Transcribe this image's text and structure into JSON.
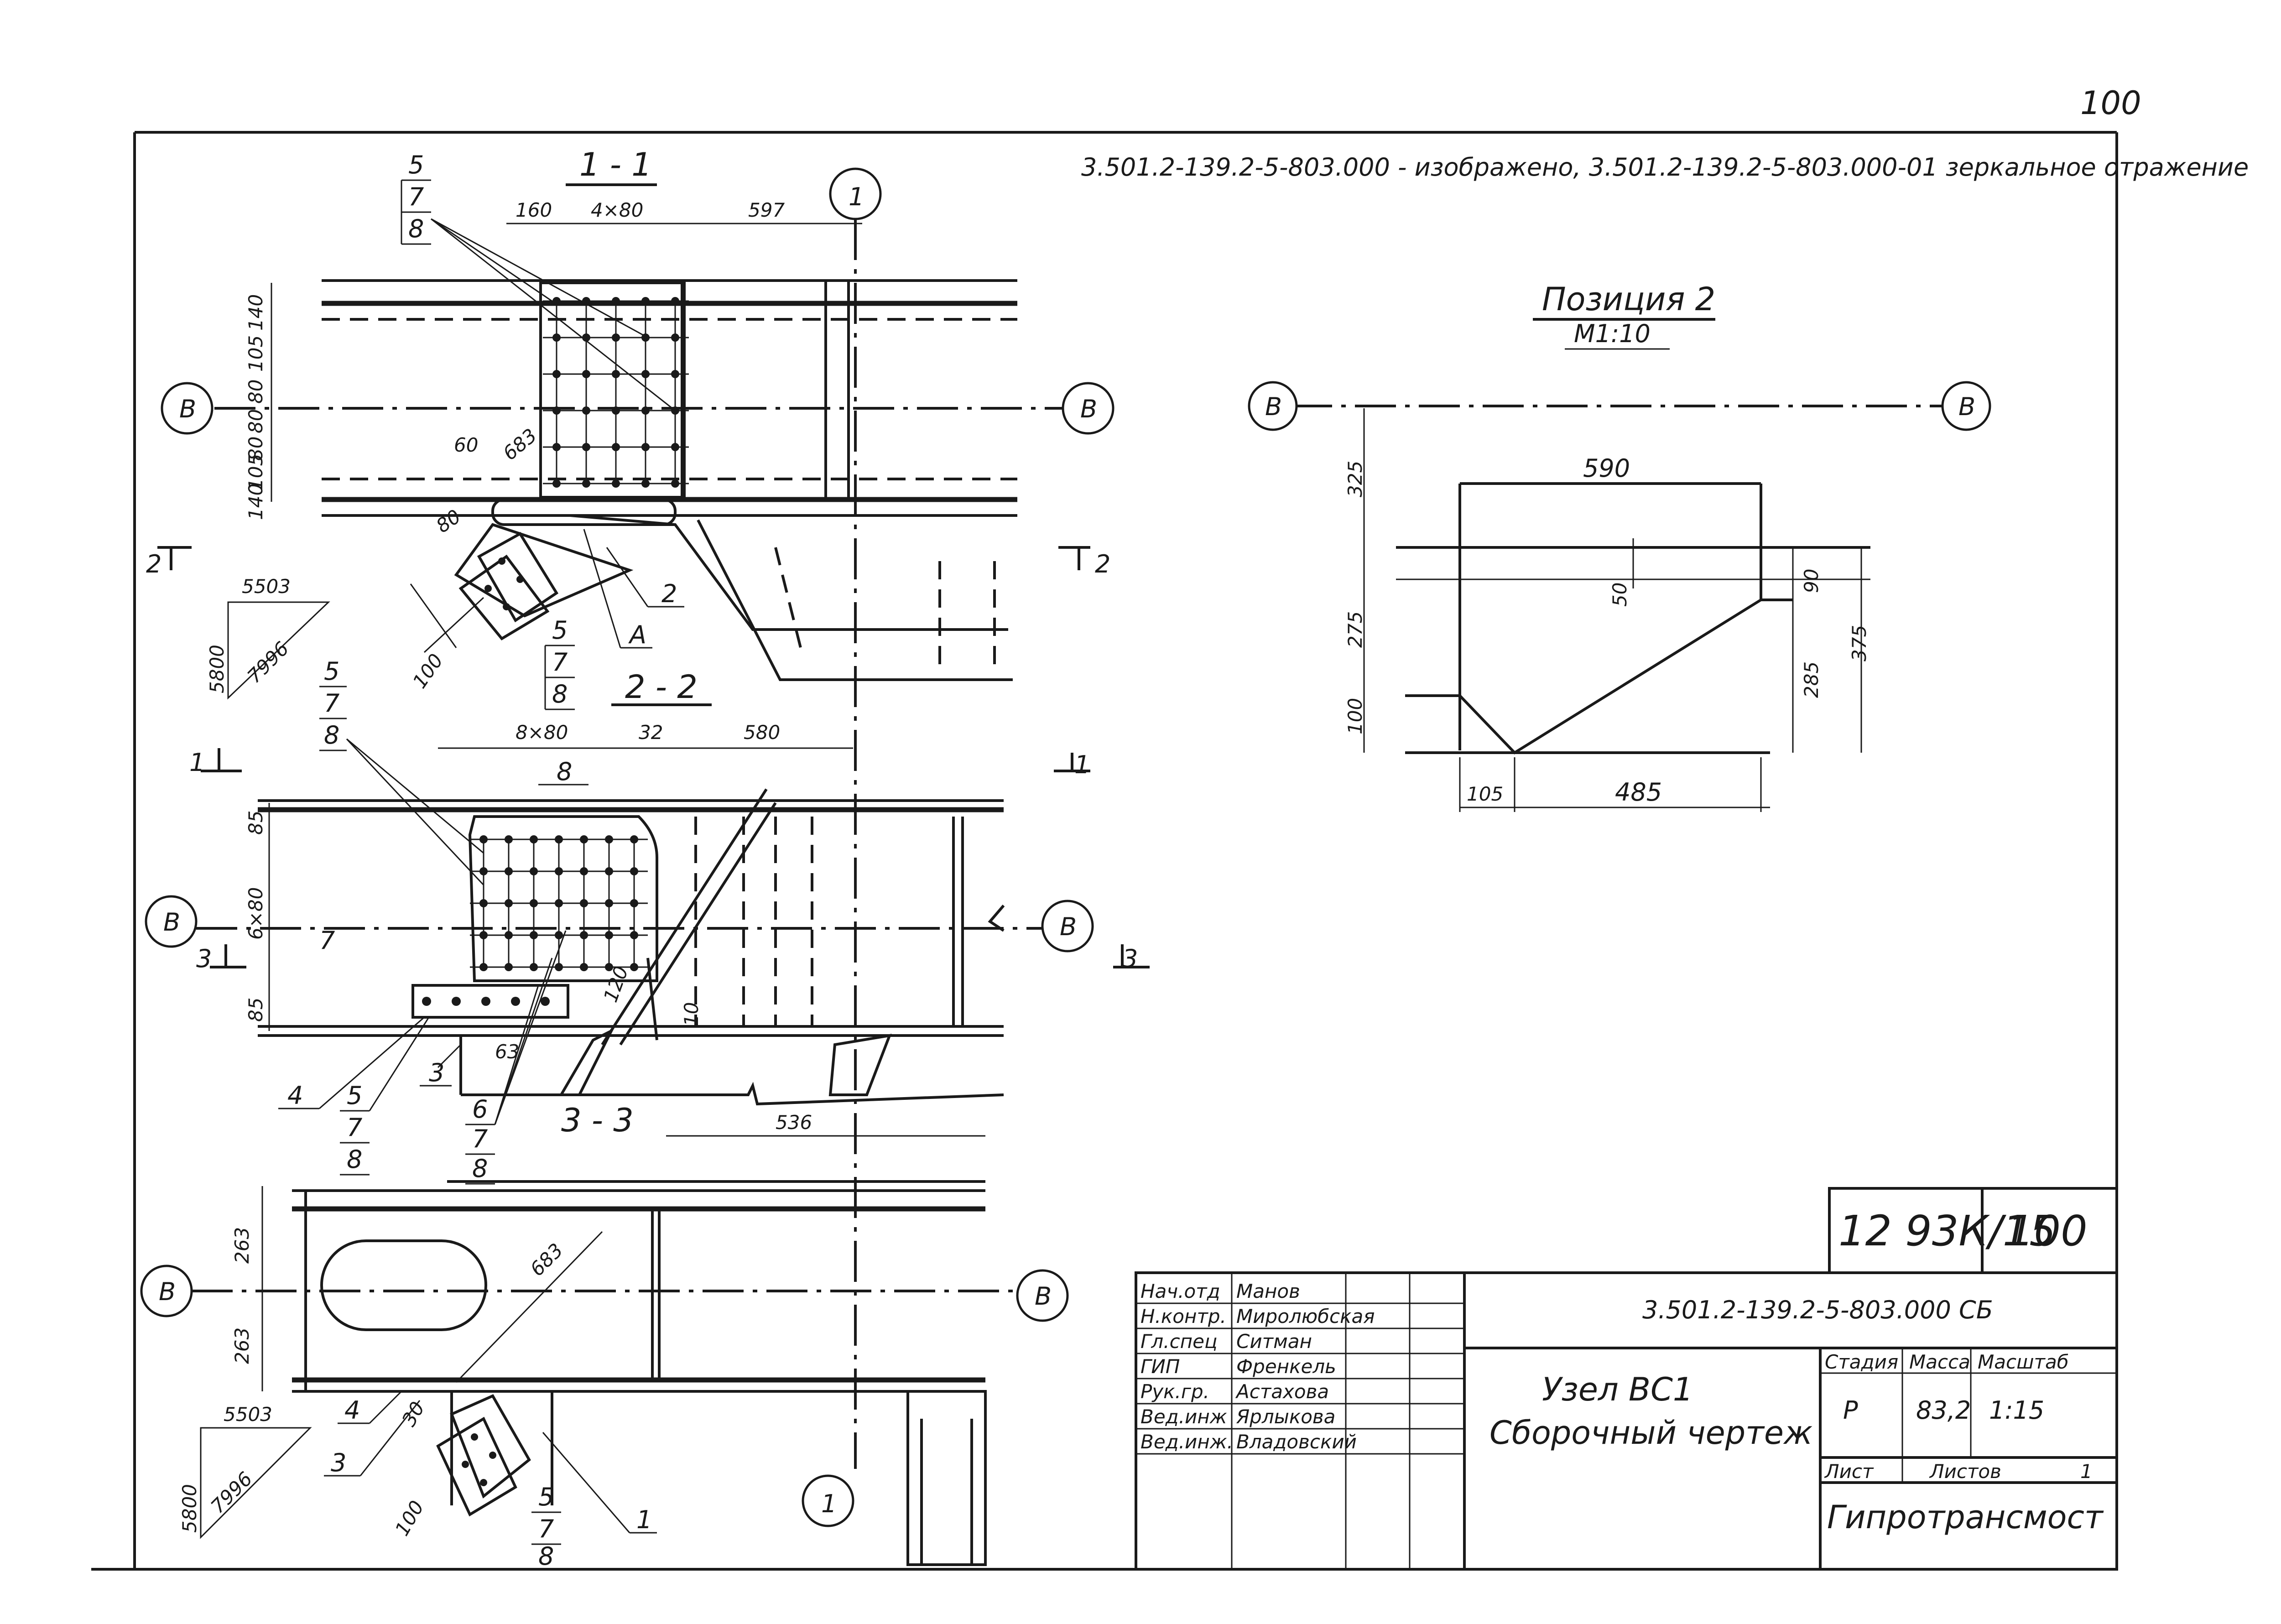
{
  "page_number": "100",
  "header_note": "3.501.2-139.2-5-803.000 - изображено, 3.501.2-139.2-5-803.000-01 зеркальное отражение",
  "grid_axes": {
    "b": "В",
    "one": "1"
  },
  "section_markers": {
    "two": "2",
    "one": "1",
    "three": "3"
  },
  "section_1_1": {
    "title": "1 - 1",
    "dims_top": [
      "160",
      "4×80",
      "597"
    ],
    "dims_side": [
      "140",
      "105",
      "80",
      "80",
      "80",
      "105",
      "140"
    ],
    "dims_misc": [
      "60",
      "683",
      "80",
      "100"
    ],
    "callout_stack": [
      "5",
      "7",
      "8"
    ],
    "callout_stack_lower": [
      "5",
      "7",
      "8"
    ],
    "labels": [
      "2",
      "А"
    ],
    "triangle": {
      "top": "5503",
      "left": "5800",
      "hyp": "7996"
    }
  },
  "section_2_2": {
    "title": "2 - 2",
    "dims_top": [
      "8×80",
      "32",
      "580"
    ],
    "dims_side": [
      "85",
      "6×80",
      "85"
    ],
    "dims_misc": [
      "120",
      "10",
      "63"
    ],
    "callout_stack": [
      "5",
      "7",
      "8"
    ],
    "callout_stack_bottom": [
      "5",
      "7",
      "8"
    ],
    "callout_stack_bottom2": [
      "6",
      "7",
      "8"
    ],
    "labels": [
      "8",
      "4",
      "3",
      "7"
    ]
  },
  "section_3_3": {
    "title": "3 - 3",
    "dims_top": [
      "536"
    ],
    "dims_side": [
      "263",
      "263"
    ],
    "dims_misc": [
      "683",
      "30",
      "100"
    ],
    "labels": [
      "4",
      "3",
      "1"
    ],
    "callout_stack": [
      "5",
      "7",
      "8"
    ],
    "triangle": {
      "top": "5503",
      "left": "5800",
      "hyp": "7996"
    }
  },
  "position_2": {
    "title": "Позиция 2",
    "scale": "М1:10",
    "dims": {
      "top": "590",
      "left_top": "325",
      "left_mid": "275",
      "left_bot": "100",
      "mid_small": "50",
      "right_top": "90",
      "right_mid": "285",
      "right_all": "375",
      "bot_left": "105",
      "bot_right": "485"
    }
  },
  "stamp": {
    "drawing_no": "12 93К/15",
    "sheet_no": "100",
    "doc_code": "3.501.2-139.2-5-803.000 СБ",
    "roles": [
      {
        "role": "Нач.отд",
        "name": "Манов"
      },
      {
        "role": "Н.контр.",
        "name": "Миролюбская"
      },
      {
        "role": "Гл.спец",
        "name": "Ситман"
      },
      {
        "role": "ГИП",
        "name": "Френкель"
      },
      {
        "role": "Рук.гр.",
        "name": "Астахова"
      },
      {
        "role": "Вед.инж",
        "name": "Ярлыкова"
      },
      {
        "role": "Вед.инж.",
        "name": "Владовский"
      }
    ],
    "title_line1": "Узел ВС1",
    "title_line2": "Сборочный чертеж",
    "col_headers": [
      "Стадия",
      "Масса",
      "Масштаб"
    ],
    "values": [
      "Р",
      "83,2",
      "1:15"
    ],
    "sheet_label": "Лист",
    "sheets_label": "Листов",
    "sheets_total": "1",
    "organization": "Гипротрансмост"
  }
}
